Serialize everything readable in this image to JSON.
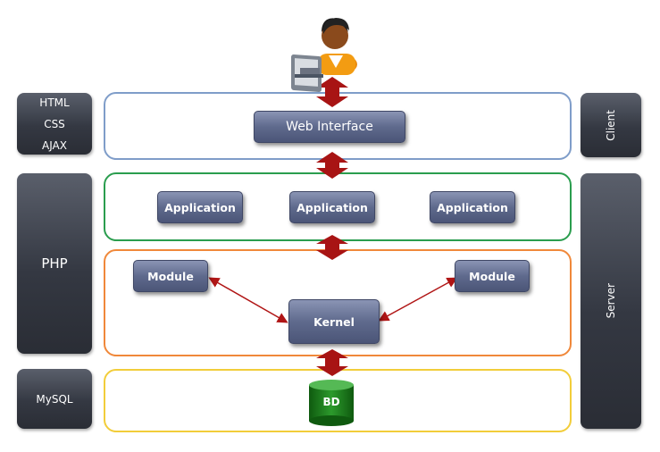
{
  "left_labels": {
    "client_tech": [
      "HTML",
      "CSS",
      "AJAX"
    ],
    "server_tech": "PHP",
    "db_tech": "MySQL"
  },
  "right_labels": {
    "client": "Client",
    "server": "Server"
  },
  "layers": {
    "client": {
      "button": "Web Interface",
      "border": "#7f9dc9"
    },
    "application": {
      "buttons": [
        "Application",
        "Application",
        "Application"
      ],
      "border": "#2a9d4e"
    },
    "module": {
      "module_left": "Module",
      "module_right": "Module",
      "kernel": "Kernel",
      "border": "#f0883a"
    },
    "database": {
      "db": "BD",
      "border": "#f2cd3a"
    }
  },
  "colors": {
    "arrow": "#b01515",
    "db_green": "#1f7a1f"
  },
  "icons": [
    "user-at-computer-icon",
    "database-cylinder-icon"
  ]
}
